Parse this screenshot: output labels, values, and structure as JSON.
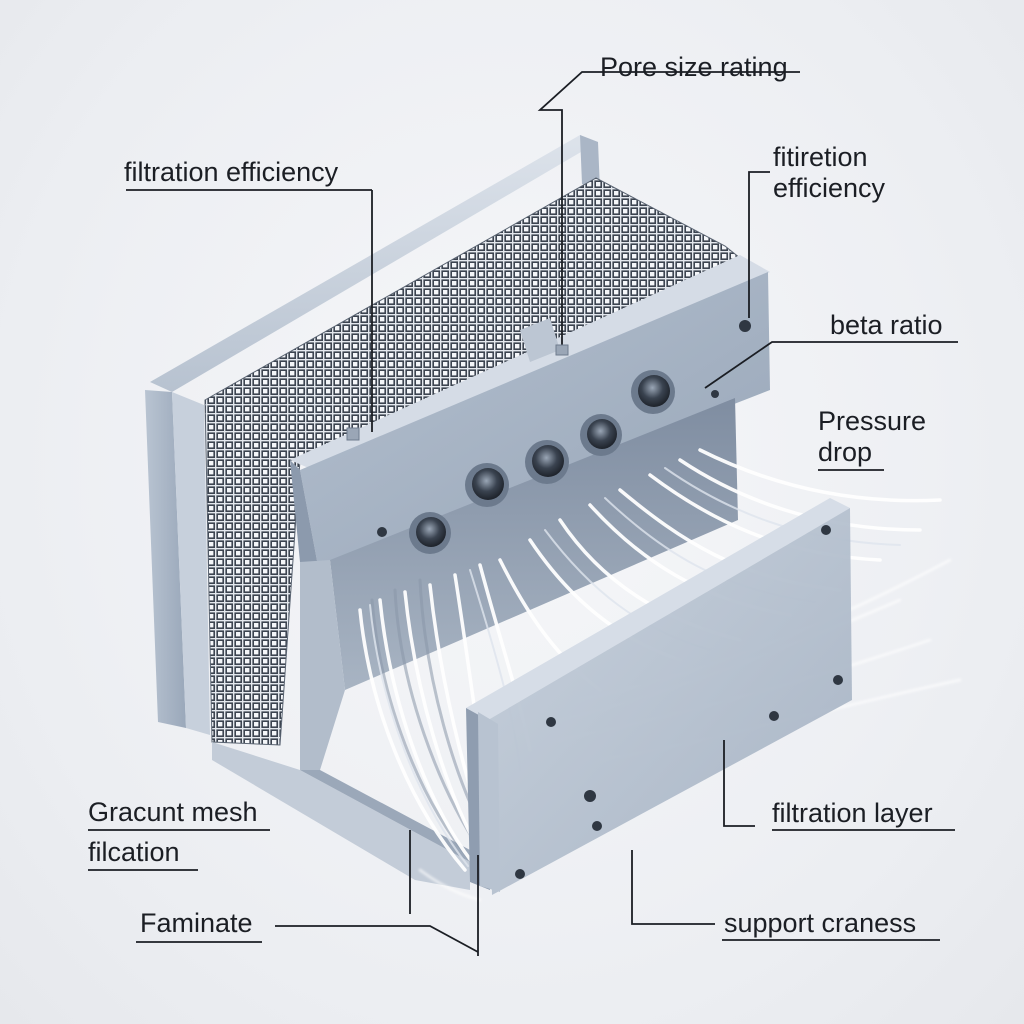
{
  "labels": {
    "pore_size_rating": "Pore size rating",
    "filtration_efficiency_left": "filtration efficiency",
    "filtration_efficiency_right_line1": "fitiretion",
    "filtration_efficiency_right_line2": "efficiency",
    "beta_ratio": "beta ratio",
    "pressure_drop_line1": "Pressure",
    "pressure_drop_line2": "drop",
    "gradient_mesh_line1": "Gracunt mesh",
    "gradient_mesh_line2": "filcation",
    "filtration_layer": "filtration layer",
    "laminate": "Faminate",
    "support_frame": "support craness"
  },
  "colors": {
    "frame_light": "#c9d2de",
    "frame_mid": "#a9b6c6",
    "frame_dark": "#8392a6",
    "mesh": "#3c4450",
    "leader_line": "#1b1e24",
    "fiber": "#ffffff"
  }
}
